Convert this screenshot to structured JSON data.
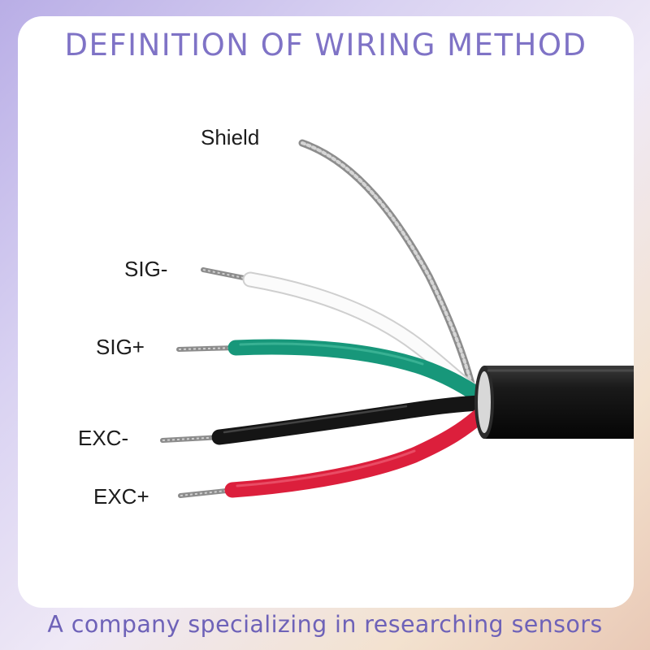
{
  "title": "DEFINITION OF WIRING METHOD",
  "footer": "A company specializing in researching sensors",
  "wires": [
    {
      "label": "Shield",
      "color": "#9a9a9a"
    },
    {
      "label": "SIG-",
      "color": "#f4f4f4"
    },
    {
      "label": "SIG+",
      "color": "#17977a"
    },
    {
      "label": "EXC-",
      "color": "#151515"
    },
    {
      "label": "EXC+",
      "color": "#dc1f3c"
    }
  ],
  "colors": {
    "title": "#7f73c6",
    "footer": "#6e62b8",
    "cable_jacket": "#121212"
  }
}
